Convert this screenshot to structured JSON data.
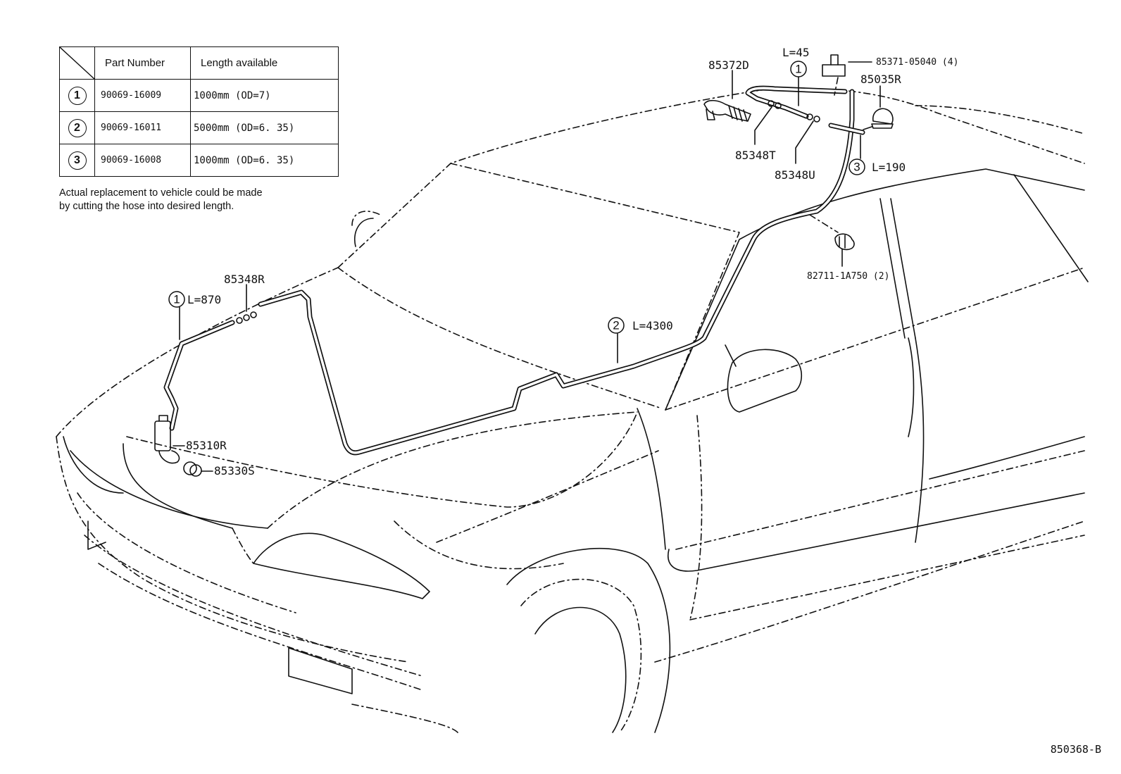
{
  "table": {
    "headers": [
      "Part Number",
      "Length available"
    ],
    "rows": [
      {
        "index": "1",
        "part_number": "90069-16009",
        "length": "1000mm  (OD=7)"
      },
      {
        "index": "2",
        "part_number": "90069-16011",
        "length": "5000mm  (OD=6. 35)"
      },
      {
        "index": "3",
        "part_number": "90069-16008",
        "length": "1000mm  (OD=6. 35)"
      }
    ]
  },
  "note": {
    "line1": "Actual replacement to vehicle could be made",
    "line2": "by cutting the hose into desired length."
  },
  "callouts": {
    "p85372D": "85372D",
    "l45": "L=45",
    "p85371": "85371-05040 (4)",
    "p85035R": "85035R",
    "p85348T": "85348T",
    "p85348U": "85348U",
    "l190": "L=190",
    "p82711": "82711-1A750 (2)",
    "p85348R": "85348R",
    "l870": "L=870",
    "l4300": "L=4300",
    "p85310R": "85310R",
    "p85330S": "85330S",
    "c1a": "1",
    "c1b": "1",
    "c2": "2",
    "c3": "3"
  },
  "drawing_code": "850368-B"
}
